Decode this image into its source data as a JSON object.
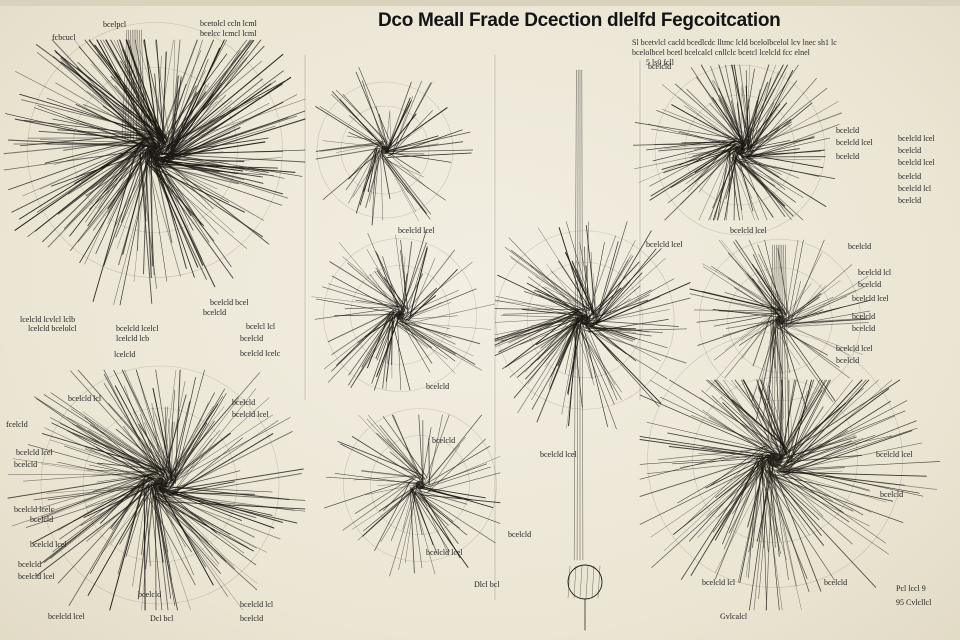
{
  "title": "Dco Meall Frade Dcection dlelfd Fegcoitcation",
  "header_note": [
    "Sl bcetvlcl cacld bcedlcdc lltmc lcld bcelolbcelol lcv lnec sh1 lc",
    "bcelolbcel bcetl bcelcalcl cnllclc bcetcl lcelcld fcc elnel",
    "5 ls0 fcll"
  ],
  "ink_color": "#1a1712",
  "paper_color": "#efeadb",
  "labels": [
    {
      "name": "label-tl-top-a",
      "text": "fcbcucl"
    },
    {
      "name": "label-tl-top-b",
      "text": "bcelpcl"
    },
    {
      "name": "label-tl-top-c",
      "text": "bcetolcl ccln lcml"
    },
    {
      "name": "label-tl-top-d",
      "text": "bcelcc lcmcl lcml"
    },
    {
      "name": "label-tl-bot-a",
      "text": "lcelcld lcvlcl lclb"
    },
    {
      "name": "label-tl-bot-b",
      "text": "lcelcld bcelolcl"
    },
    {
      "name": "label-tl-bot-c",
      "text": "bcelcld lcelcl"
    },
    {
      "name": "label-tl-bot-d",
      "text": "lcelcld lcb"
    },
    {
      "name": "label-tl-bot-e",
      "text": "lcelcld"
    },
    {
      "name": "label-tl-bot-f",
      "text": "bcelcld"
    },
    {
      "name": "label-mid-a",
      "text": "bcelcl lcl"
    },
    {
      "name": "label-mid-b",
      "text": "bcelcld"
    },
    {
      "name": "label-mid-c",
      "text": "bcelcld lcelc"
    },
    {
      "name": "label-mid-d",
      "text": "bcelcld bcel"
    },
    {
      "name": "label-mid-e",
      "text": "bcelcld lcel"
    },
    {
      "name": "label-bl-a",
      "text": "bcelcld lcl"
    },
    {
      "name": "label-bl-b",
      "text": "fcelcld"
    },
    {
      "name": "label-bl-c",
      "text": "bcelcld lcel"
    },
    {
      "name": "label-bl-d",
      "text": "bcelcld"
    },
    {
      "name": "label-bl-e",
      "text": "bcelcld lcelc"
    },
    {
      "name": "label-bl-f",
      "text": "bcelcld"
    },
    {
      "name": "label-bl-g",
      "text": "bcelcld lcel"
    },
    {
      "name": "label-bl-h",
      "text": "bcelcld"
    },
    {
      "name": "label-bl-i",
      "text": "bcelcld lcel"
    },
    {
      "name": "label-bl-j",
      "text": "Dcl bcl"
    },
    {
      "name": "label-bl-k",
      "text": "bcelcld lcel"
    },
    {
      "name": "label-bl-l",
      "text": "bcelcld"
    },
    {
      "name": "label-bl-m",
      "text": "bcelcld lcl"
    },
    {
      "name": "label-bl-n",
      "text": "bcelcld"
    },
    {
      "name": "label-cm-a",
      "text": "bcelcld"
    },
    {
      "name": "label-cm-b",
      "text": "bcelcld lcel"
    },
    {
      "name": "label-cm-c",
      "text": "bcelcld"
    },
    {
      "name": "label-cm-d",
      "text": "bcelcld"
    },
    {
      "name": "label-cm-e",
      "text": "bcelcld lcel"
    },
    {
      "name": "label-cm-f",
      "text": "bcelcld lcel"
    },
    {
      "name": "label-cm-g",
      "text": "bcelcld"
    },
    {
      "name": "label-cm-h",
      "text": "Dlcl bcl"
    },
    {
      "name": "label-rt-a",
      "text": "bcelcld"
    },
    {
      "name": "label-rt-b",
      "text": "bcelcld"
    },
    {
      "name": "label-rt-c",
      "text": "bcelcld lcel"
    },
    {
      "name": "label-rt-d",
      "text": "bcelcld"
    },
    {
      "name": "label-rt-e",
      "text": "bcelcld lcel"
    },
    {
      "name": "label-rt-f",
      "text": "bcelcld"
    },
    {
      "name": "label-rt-g",
      "text": "bcelcld lcel"
    },
    {
      "name": "label-rt-h",
      "text": "bcelcld"
    },
    {
      "name": "label-rt-i",
      "text": "bcelcld lcl"
    },
    {
      "name": "label-rt-j",
      "text": "bcelcld"
    },
    {
      "name": "label-rt-k",
      "text": "bcelcld lcel"
    },
    {
      "name": "label-rt-l",
      "text": "bcelcld lcel"
    },
    {
      "name": "label-rt-m",
      "text": "bcelcld"
    },
    {
      "name": "label-rt-n",
      "text": "bcelcld lcl"
    },
    {
      "name": "label-rt-o",
      "text": "bcelcld"
    },
    {
      "name": "label-rt-p",
      "text": "bcelcld lcel"
    },
    {
      "name": "label-rt-q",
      "text": "bcelcld"
    },
    {
      "name": "label-rt-r",
      "text": "bcelcld"
    },
    {
      "name": "label-rt-s",
      "text": "bcelcld lcel"
    },
    {
      "name": "label-rt-t",
      "text": "bcelcld"
    },
    {
      "name": "label-rt-u",
      "text": "bcelcld lcel"
    },
    {
      "name": "label-rt-v",
      "text": "bcelcld"
    },
    {
      "name": "label-rt-w",
      "text": "Gvlcalcl"
    },
    {
      "name": "label-rt-x",
      "text": "bcelcld lcl"
    },
    {
      "name": "label-rt-y",
      "text": "bcelcld"
    },
    {
      "name": "label-rt-z",
      "text": "Pcl lccl 9"
    },
    {
      "name": "label-rt-zz",
      "text": "95 Cvlcllcl"
    }
  ]
}
